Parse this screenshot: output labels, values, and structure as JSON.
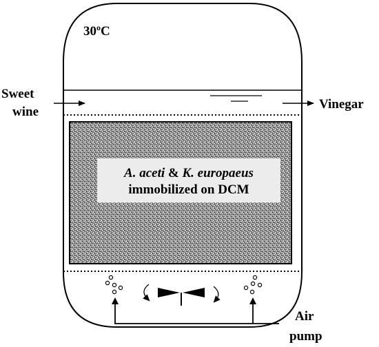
{
  "diagram": {
    "temperature": {
      "value": "30",
      "sup": "o",
      "unit": "C"
    },
    "inlet": {
      "line1": "Sweet",
      "line2": "wine"
    },
    "outlet": "Vinegar",
    "bed_label": {
      "line1": {
        "organism1": "A. aceti",
        "joiner": " & ",
        "organism2": "K. europaeus"
      },
      "line2": "immobilized on DCM"
    },
    "pump": {
      "line1": "Air",
      "line2": "pump"
    },
    "colors": {
      "stroke": "#000000",
      "bed": "#7a7a7a",
      "label_bg": "#ececec"
    },
    "icons": [
      "arrow-right-icon",
      "bubbles-icon",
      "stirrer-icon",
      "rotation-arrow-icon"
    ]
  }
}
